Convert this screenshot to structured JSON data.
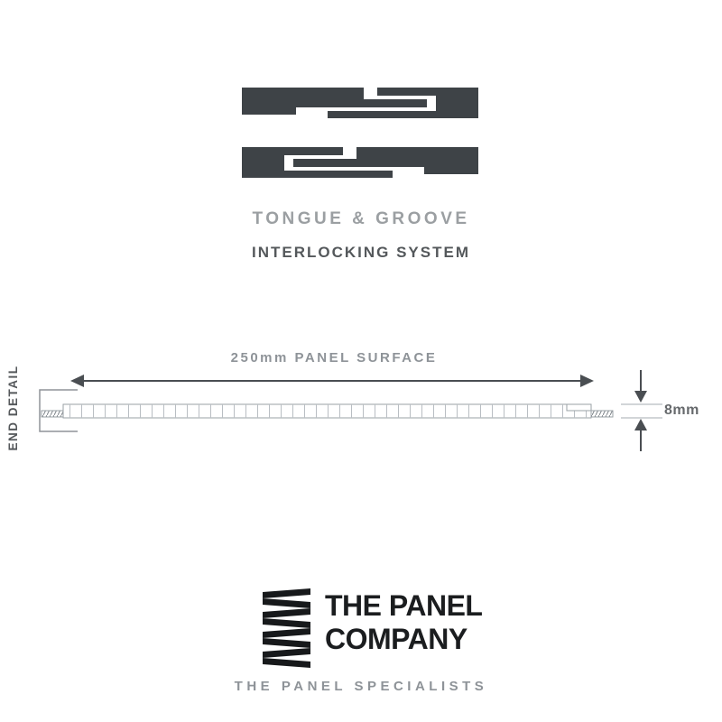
{
  "interlock": {
    "title": "TONGUE & GROOVE",
    "subtitle": "INTERLOCKING SYSTEM"
  },
  "dimensions": {
    "surface_label": "250mm PANEL SURFACE",
    "thickness_label": "8mm",
    "end_label": "END DETAIL"
  },
  "logo": {
    "line1": "THE PANEL",
    "line2": "COMPANY",
    "tagline": "THE PANEL SPECIALISTS"
  },
  "colors": {
    "panel_dark": "#3e4347",
    "muted_gray": "#8e9398",
    "dark_gray": "#54585b",
    "ink": "#1b1d1f",
    "hatch_gray": "#b9bec3",
    "outline_gray": "#9aa0a5"
  }
}
